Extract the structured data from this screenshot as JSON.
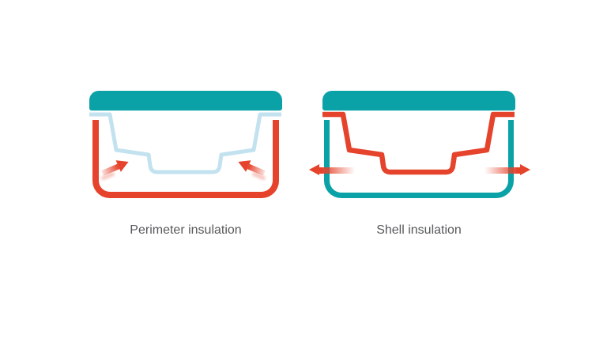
{
  "figures": [
    {
      "label": "Perimeter insulation",
      "arrow_icons": [
        "heat-arrow-up-right",
        "heat-arrow-up-left"
      ]
    },
    {
      "label": "Shell insulation",
      "arrow_icons": [
        "heat-arrow-left",
        "heat-arrow-right"
      ]
    }
  ],
  "colors": {
    "teal": "#0aa2a6",
    "red": "#e5432b",
    "lightblue": "#c3e2ef",
    "labelgray": "#58595b",
    "background": "#ffffff"
  }
}
